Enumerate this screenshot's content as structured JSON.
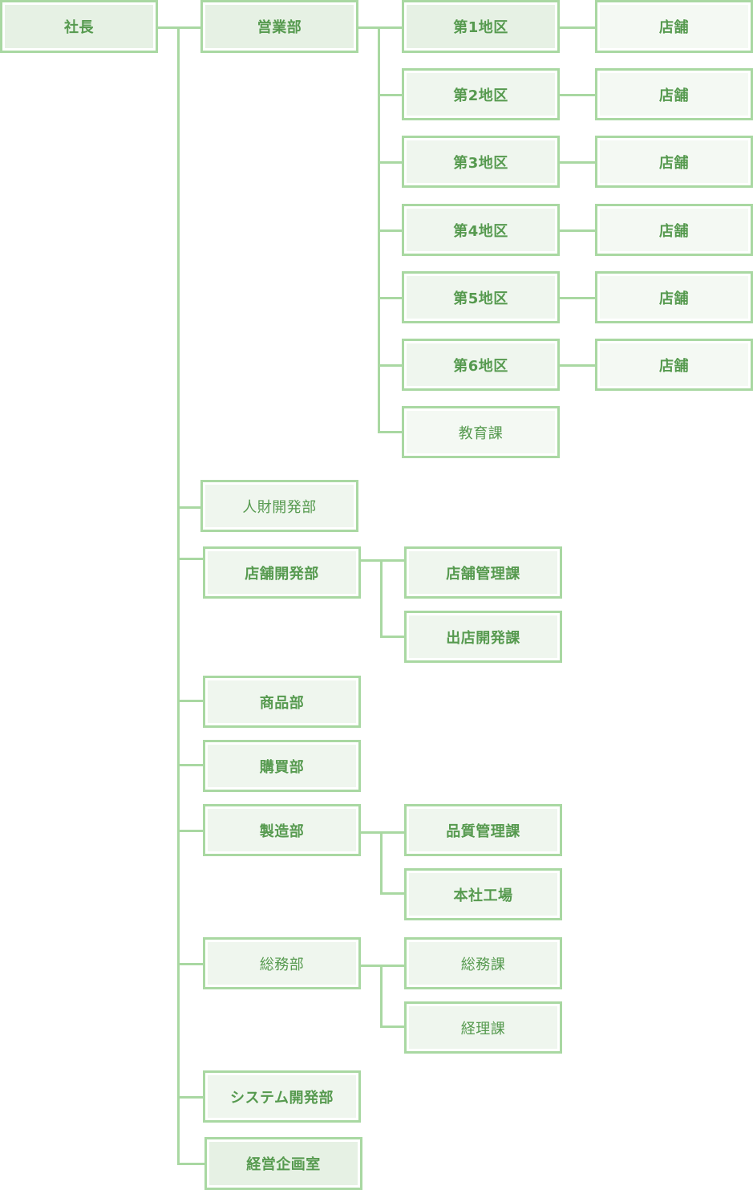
{
  "org_chart": {
    "president": "社長",
    "sales": {
      "name": "営業部",
      "districts": [
        {
          "name": "第1地区",
          "store": "店舗"
        },
        {
          "name": "第2地区",
          "store": "店舗"
        },
        {
          "name": "第3地区",
          "store": "店舗"
        },
        {
          "name": "第4地区",
          "store": "店舗"
        },
        {
          "name": "第5地区",
          "store": "店舗"
        },
        {
          "name": "第6地区",
          "store": "店舗"
        }
      ],
      "education": "教育課"
    },
    "hr": "人財開発部",
    "store_dev": {
      "name": "店舗開発部",
      "sections": [
        "店舗管理課",
        "出店開発課"
      ]
    },
    "merchandise": "商品部",
    "purchasing": "購買部",
    "manufacturing": {
      "name": "製造部",
      "sections": [
        "品質管理課",
        "本社工場"
      ]
    },
    "general_affairs": {
      "name": "総務部",
      "sections": [
        "総務課",
        "経理課"
      ]
    },
    "system_dev": "システム開発部",
    "planning": "経営企画室"
  }
}
